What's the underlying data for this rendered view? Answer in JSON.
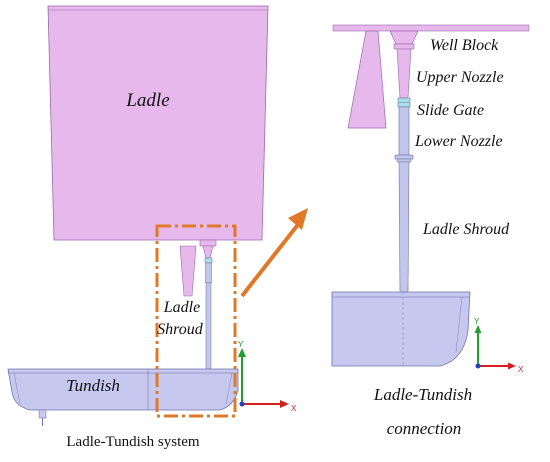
{
  "colors": {
    "ladle_fill": "#e6b8ec",
    "ladle_stroke": "#9a6aa8",
    "tundish_fill": "#c6c8ef",
    "tundish_stroke": "#6f72a8",
    "shroud_fill": "#c2c6ea",
    "gate_fill": "#a8e0e4",
    "highlight_box": "#e0782a",
    "arrow": "#e07828",
    "axis_x": "#d42020",
    "axis_y": "#20a030",
    "axis_z": "#2040c0"
  },
  "left_view": {
    "ladle_label": "Ladle",
    "shroud_label_line1": "Ladle",
    "shroud_label_line2": "Shroud",
    "tundish_label": "Tundish",
    "caption": "Ladle-Tundish system",
    "axis_x_label": "X",
    "axis_y_label": "Y"
  },
  "right_view": {
    "well_block_label": "Well Block",
    "upper_nozzle_label": "Upper Nozzle",
    "slide_gate_label": "Slide Gate",
    "lower_nozzle_label": "Lower Nozzle",
    "ladle_shroud_label": "Ladle Shroud",
    "caption_line1": "Ladle-Tundish",
    "caption_line2": "connection",
    "axis_x_label": "X",
    "axis_y_label": "Y"
  }
}
